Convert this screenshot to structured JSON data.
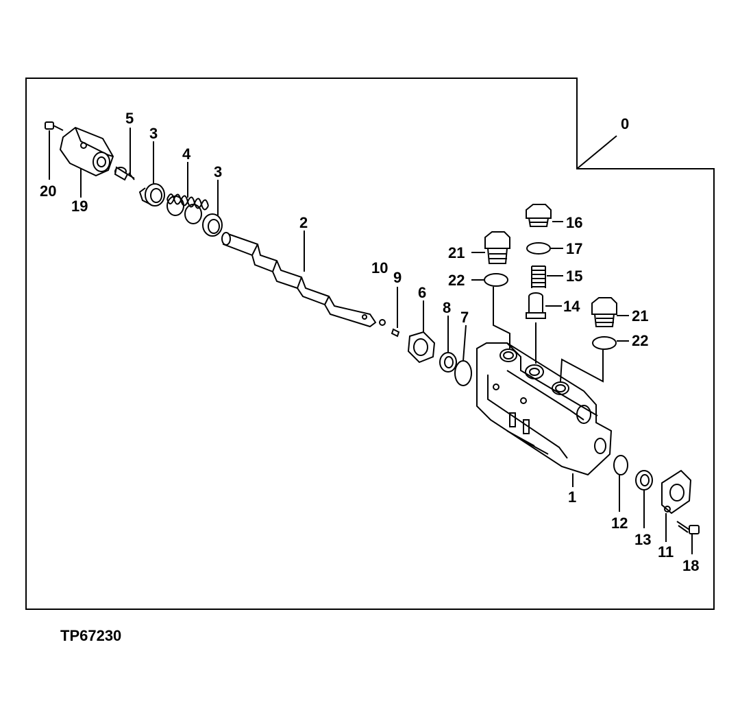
{
  "figure_id": "TP67230",
  "callouts": {
    "c0": "0",
    "c1": "1",
    "c2": "2",
    "c3a": "3",
    "c3b": "3",
    "c4": "4",
    "c5": "5",
    "c6": "6",
    "c7": "7",
    "c8": "8",
    "c9": "9",
    "c10": "10",
    "c11": "11",
    "c12": "12",
    "c13": "13",
    "c14": "14",
    "c15": "15",
    "c16": "16",
    "c17": "17",
    "c18": "18",
    "c19": "19",
    "c20": "20",
    "c21a": "21",
    "c21b": "21",
    "c22a": "22",
    "c22b": "22"
  },
  "parts": {
    "p19": "cap-housing",
    "p20": "cap-screw",
    "p5": "spring-bolt",
    "p3": "spring-seat",
    "p4": "spring",
    "p2": "spool",
    "p10": "ball",
    "p9": "pin",
    "p6": "gasket-plate",
    "p8": "seal",
    "p7": "o-ring",
    "p1": "valve-housing",
    "p12": "o-ring",
    "p13": "seal",
    "p11": "plate",
    "p18": "cap-screw",
    "p16": "plug",
    "p17": "o-ring",
    "p15": "spring",
    "p14": "poppet",
    "p21": "plug",
    "p22": "o-ring"
  }
}
